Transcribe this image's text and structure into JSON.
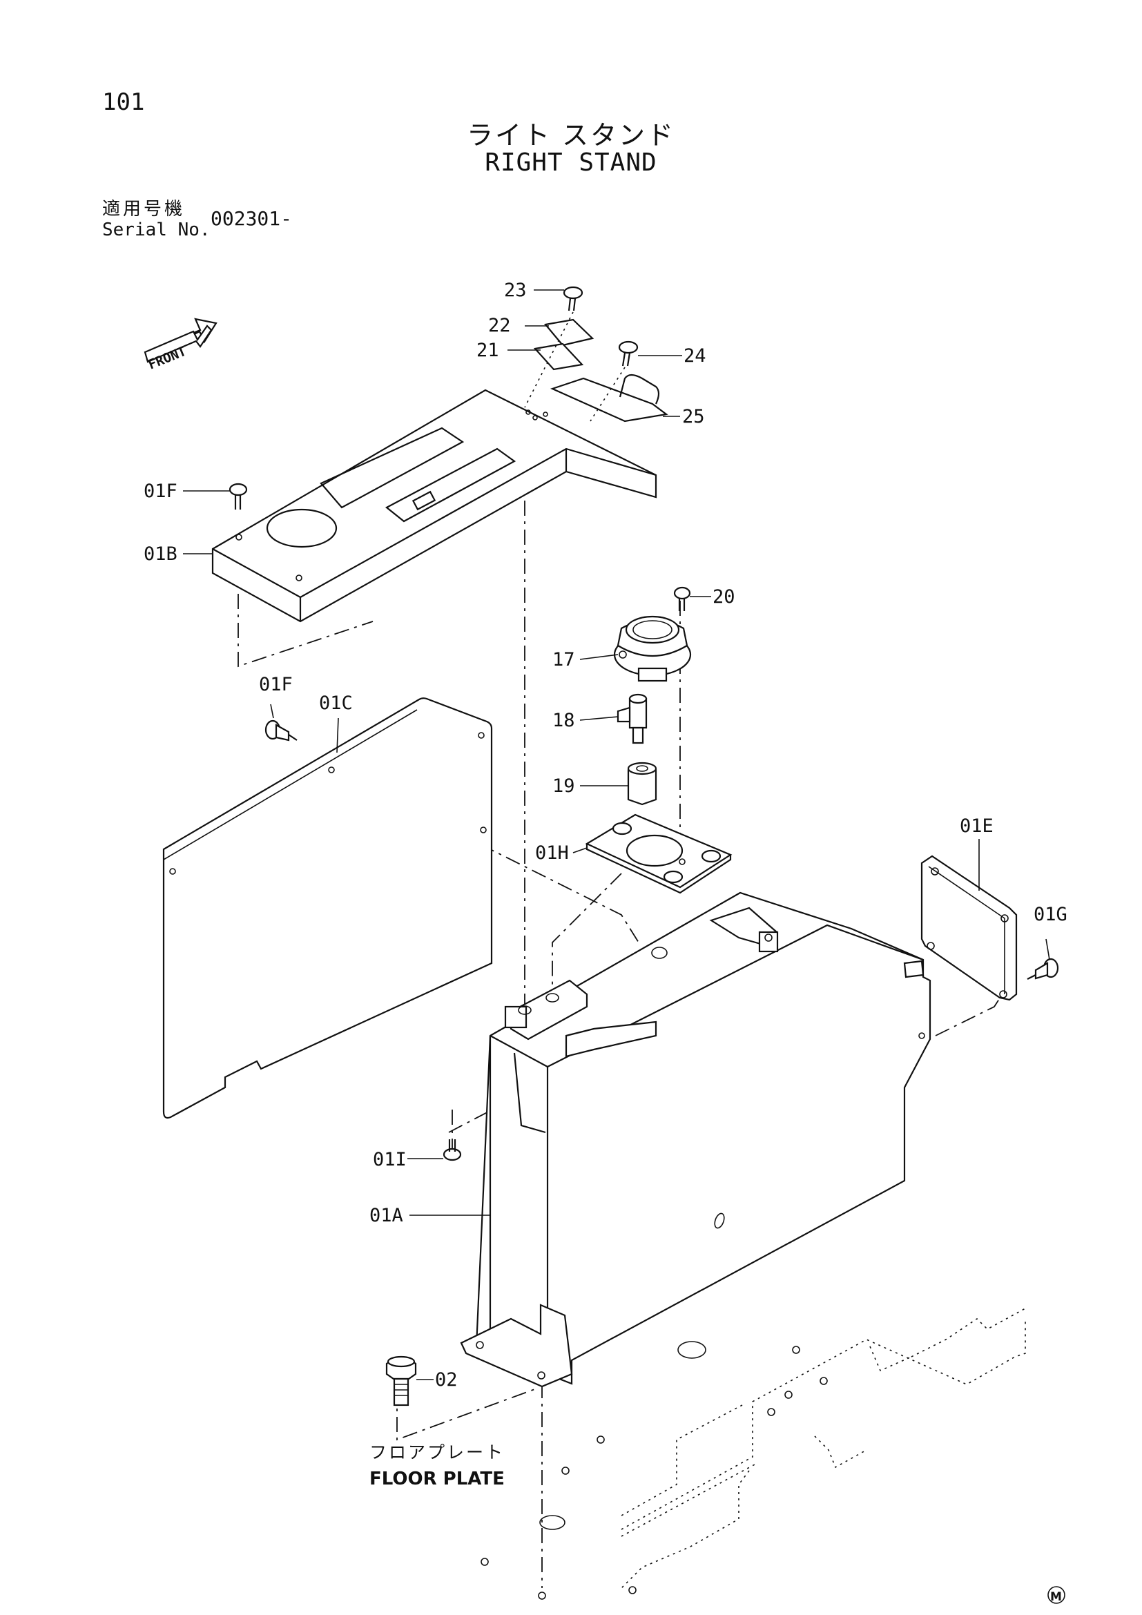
{
  "page_number": "101",
  "title_jp": "ライト スタンド",
  "title_en": "RIGHT STAND",
  "serial": {
    "label_jp": "適用号機",
    "label_en": "Serial No.",
    "value": "002301-"
  },
  "front_label": "FRONT",
  "floor_plate": {
    "label_jp": "フロアプレート",
    "label_en": "FLOOR PLATE"
  },
  "corner_mark": "M",
  "callouts": {
    "c23": "23",
    "c22": "22",
    "c21": "21",
    "c24": "24",
    "c25": "25",
    "c01F_top": "01F",
    "c01B": "01B",
    "c20": "20",
    "c17": "17",
    "c01F_side": "01F",
    "c01C": "01C",
    "c18": "18",
    "c19": "19",
    "c01H": "01H",
    "c01E": "01E",
    "c01G": "01G",
    "c01I": "01I",
    "c01A": "01A",
    "c02": "02"
  }
}
